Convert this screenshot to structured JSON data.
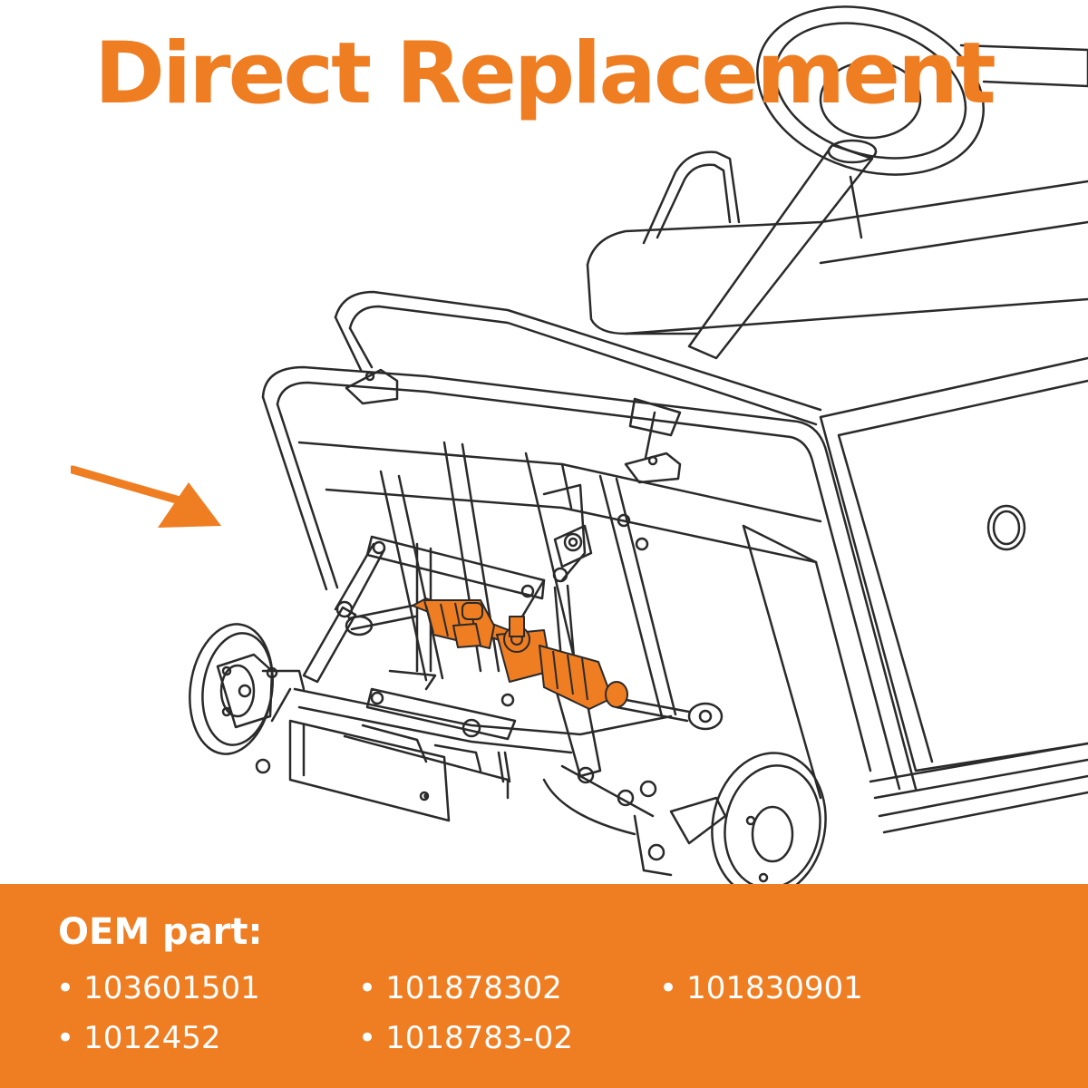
{
  "headline": "Direct Replacement",
  "footer": {
    "title": "OEM part:",
    "bullet": "•",
    "parts": [
      "103601501",
      "101878302",
      "101830901",
      "1012452",
      "1018783-02"
    ]
  },
  "colors": {
    "accent": "#ef7d22",
    "line": "#2a2a2a",
    "background": "#ffffff",
    "footer_text": "#ffffff"
  },
  "icons": {
    "pointer": "arrow-right-down-icon"
  }
}
